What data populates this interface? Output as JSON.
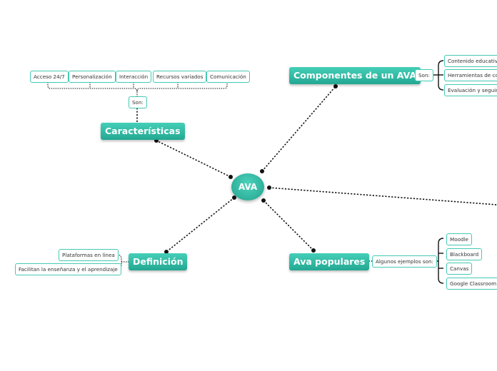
{
  "root": {
    "label": "AVA"
  },
  "caracteristicas": {
    "title": "Características",
    "connector": "Son:",
    "items": [
      "Acceso 24/7",
      "Personalización",
      "Interacción",
      "Recursos variados",
      "Comunicación"
    ]
  },
  "componentes": {
    "title": "Componentes de un AVA",
    "connector": "Son:",
    "items": [
      "Contenido educativo",
      "Herramientas de comunicación",
      "Evaluación y seguimiento"
    ]
  },
  "definicion": {
    "title": "Definición",
    "items": [
      "Plataformas en línea",
      "Facilitan la enseñanza y el aprendizaje"
    ]
  },
  "populares": {
    "title": "Ava populares",
    "connector": "Algunos ejemplos son:",
    "items": [
      "Moodle",
      "Blackboard",
      "Canvas",
      "Google Classroom"
    ]
  },
  "colors": {
    "accent": "#2bb9a2",
    "leaf_border": "#45c9b3",
    "line": "#111111"
  }
}
